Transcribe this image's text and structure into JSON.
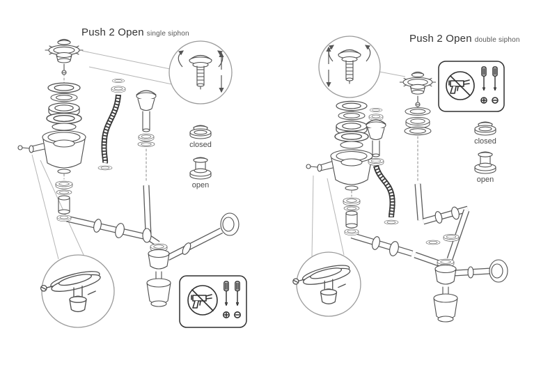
{
  "page": {
    "background": "#ffffff"
  },
  "diagrams": {
    "left": {
      "title": "Push 2 Open",
      "subtitle": "single siphon",
      "closed_label": "closed",
      "open_label": "open"
    },
    "right": {
      "title": "Push 2 Open",
      "subtitle": "double siphon",
      "closed_label": "closed",
      "open_label": "open"
    }
  },
  "colors": {
    "line": "#4d4d4d",
    "callout_ring": "#9a9a9a",
    "text": "#3c3c3c",
    "hose": "#3a3a3a"
  },
  "icons": [
    "push-button-detail-icon",
    "rotation-arrows-icon",
    "up-down-arrow-icon",
    "no-caulking-gun-icon",
    "screwdriver-icon",
    "plus-circle-icon",
    "minus-circle-icon",
    "overflow-mechanism-icon",
    "closed-button-icon",
    "open-button-icon"
  ]
}
